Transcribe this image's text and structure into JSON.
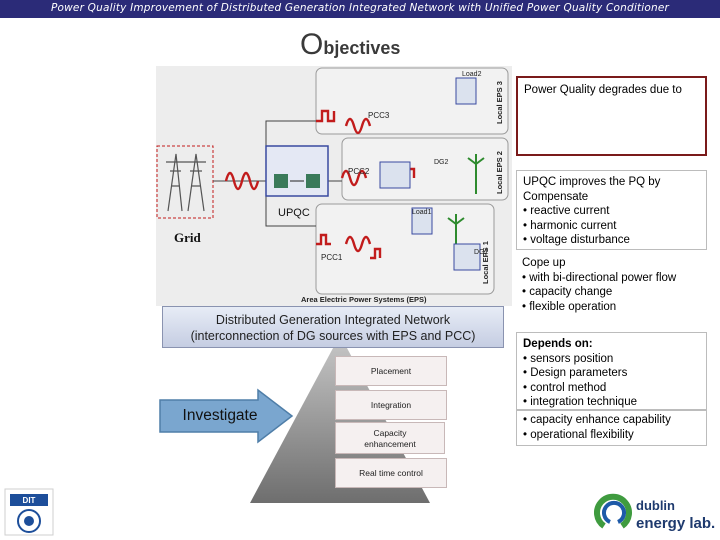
{
  "header": {
    "title": "Power Quality Improvement of Distributed Generation Integrated Network with Unified Power Quality Conditioner"
  },
  "slide": {
    "title_first": "O",
    "title_rest": "bjectives"
  },
  "diagram": {
    "grid_label": "Grid",
    "upqc_label": "UPQC",
    "pcc1": "PCC1",
    "pcc2": "PCC2",
    "pcc3": "PCC3",
    "load1": "Load1",
    "load2": "Load2",
    "dg1": "DG1",
    "dg2": "DG2",
    "eps1": "Local EPS 1",
    "eps2": "Local EPS 2",
    "eps3": "Local EPS 3",
    "area": "Area Electric Power Systems (EPS)"
  },
  "caption": {
    "line1": "Distributed Generation Integrated Network",
    "line2": "(interconnection of DG sources with EPS and PCC)"
  },
  "pyramid": {
    "placement": "Placement",
    "integration": "Integration",
    "capacity_line1": "Capacity",
    "capacity_line2": "enhancement",
    "realtime": "Real time control"
  },
  "investigate": "Investigate",
  "boxes": {
    "degrades": "Power Quality degrades due to",
    "improves": {
      "title": "UPQC improves the PQ by",
      "sub": "Compensate",
      "items": [
        "• reactive current",
        "• harmonic current",
        "• voltage disturbance"
      ]
    },
    "cope": {
      "title": "Cope up",
      "items": [
        "• with bi-directional power flow",
        "• capacity change",
        "• flexible operation"
      ]
    },
    "depends": {
      "title": "Depends on:",
      "items": [
        "• sensors position",
        "• Design parameters",
        "• control method",
        "• integration technique"
      ]
    },
    "capacity": {
      "items": [
        "• capacity enhance capability",
        "• operational flexibility"
      ]
    }
  },
  "logos": {
    "left": "DIT",
    "right_line1": "dublin",
    "right_line2": "energy lab."
  },
  "colors": {
    "header": "#2b2b78",
    "accent_red": "#c21c1c",
    "arrow": "#7aa6cf",
    "green": "#2e8b2e"
  }
}
